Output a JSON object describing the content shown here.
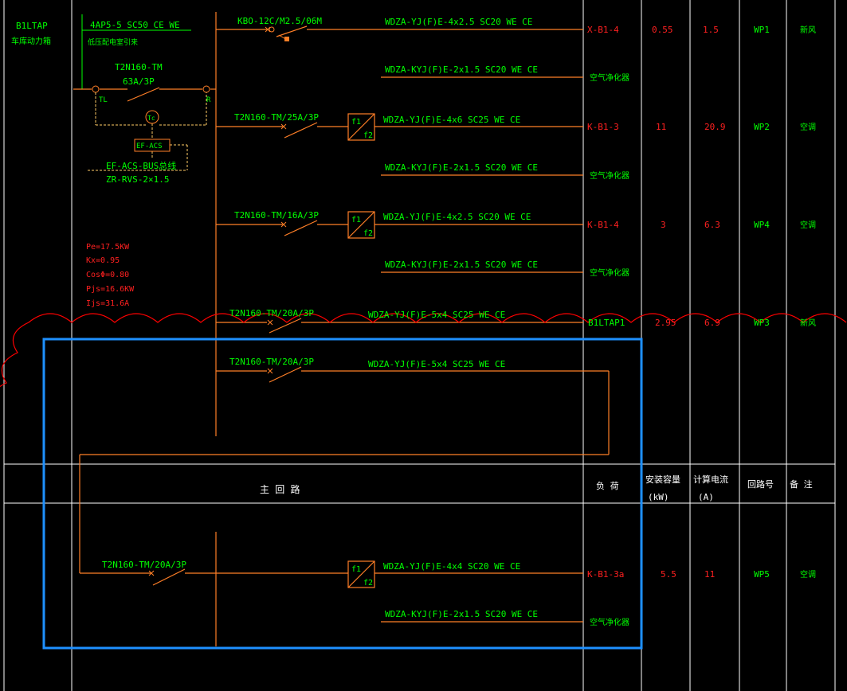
{
  "panel": {
    "id": "B1LTAP",
    "name": "车库动力箱",
    "incoming_cable": "4AP5-5 SC50 CE WE",
    "incoming_note": "低压配电室引来",
    "main_breaker_model": "T2N160-TM",
    "main_breaker_rating": "63A/3P",
    "node_left": "TL",
    "node_right": "R",
    "monitor_node": "Tc",
    "monitor_module": "EF-ACS",
    "bus_label": "EF-ACS-BUS总线",
    "bus_cable": "ZR-RVS-2×1.5"
  },
  "load_calc": {
    "pe": "Pe=17.5KW",
    "kx": "Kx=0.95",
    "cos": "CosΦ=0.80",
    "pjs": "Pjs=16.6KW",
    "ijs": "Ijs=31.6A"
  },
  "fc_labels": {
    "top": "f1",
    "bottom": "f2"
  },
  "circuits": [
    {
      "breaker": "KBO-12C/M2.5/06M",
      "cable": "WDZA-YJ(F)E-4x2.5 SC20 WE CE",
      "load": "X-B1-4",
      "power": "0.55",
      "current": "1.5",
      "circuit": "WP1",
      "note": "新风"
    },
    {
      "cable": "WDZA-KYJ(F)E-2x1.5 SC20 WE CE",
      "load": "空气净化器"
    },
    {
      "breaker": "T2N160-TM/25A/3P",
      "cable": "WDZA-YJ(F)E-4x6 SC25 WE CE",
      "load": "K-B1-3",
      "power": "11",
      "current": "20.9",
      "circuit": "WP2",
      "note": "空调"
    },
    {
      "cable": "WDZA-KYJ(F)E-2x1.5 SC20 WE CE",
      "load": "空气净化器"
    },
    {
      "breaker": "T2N160-TM/16A/3P",
      "cable": "WDZA-YJ(F)E-4x2.5 SC20 WE CE",
      "load": "K-B1-4",
      "power": "3",
      "current": "6.3",
      "circuit": "WP4",
      "note": "空调"
    },
    {
      "cable": "WDZA-KYJ(F)E-2x1.5 SC20 WE CE",
      "load": "空气净化器"
    },
    {
      "breaker": "T2N160-TM/20A/3P",
      "cable": "WDZA-YJ(F)E-5x4 SC25 WE CE",
      "load": "B1LTAP1",
      "power": "2.95",
      "current": "6.9",
      "circuit": "WP3",
      "note": "新风"
    },
    {
      "breaker": "T2N160-TM/20A/3P",
      "cable": "WDZA-YJ(F)E-5x4 SC25 WE CE"
    }
  ],
  "header": {
    "main_circuit": "主   回   路",
    "load": "负  荷",
    "power_line1": "安装容量",
    "power_line2": "(kW)",
    "current_line1": "计算电流",
    "current_line2": "(A)",
    "circuit_no": "回路号",
    "note": "备 注"
  },
  "lower": [
    {
      "breaker": "T2N160-TM/20A/3P",
      "cable": "WDZA-YJ(F)E-4x4 SC20 WE CE",
      "load": "K-B1-3a",
      "power": "5.5",
      "current": "11",
      "circuit": "WP5",
      "note": "空调"
    },
    {
      "cable": "WDZA-KYJ(F)E-2x1.5 SC20 WE CE",
      "load": "空气净化器"
    }
  ],
  "colors": {
    "background": "#000000",
    "grid": "#ffffff",
    "wire": "#ff7f27",
    "text_green": "#00ff00",
    "text_red": "#ff2020",
    "revision_cloud": "#ff0000",
    "selection": "#1e90ff",
    "dash": "#ffcc66"
  }
}
